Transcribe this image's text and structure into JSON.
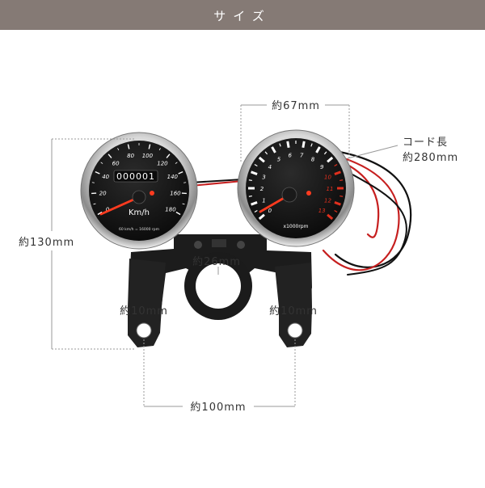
{
  "header": {
    "title": "サイズ"
  },
  "speedometer": {
    "scale": [
      "0",
      "20",
      "40",
      "60",
      "80",
      "100",
      "120",
      "140",
      "160",
      "180"
    ],
    "odometer": "000001",
    "unit": "Km/h",
    "footnote": "60 km/h = 16000 rpm"
  },
  "tachometer": {
    "scale_white": [
      "0",
      "1",
      "2",
      "3",
      "4",
      "5",
      "6",
      "7",
      "8",
      "9"
    ],
    "scale_red": [
      "10",
      "11",
      "12",
      "13"
    ],
    "unit": "x1000rpm"
  },
  "dimensions": {
    "tacho_width": "約67mm",
    "cord_label": "コード長",
    "cord_length": "約280mm",
    "height": "約130mm",
    "center_hole": "約26mm",
    "left_hole": "約10mm",
    "right_hole": "約10mm",
    "hole_spacing": "約100mm"
  },
  "colors": {
    "header": "#857a75",
    "needle": "#ff3b1f",
    "red_scale": "#e0301e"
  }
}
